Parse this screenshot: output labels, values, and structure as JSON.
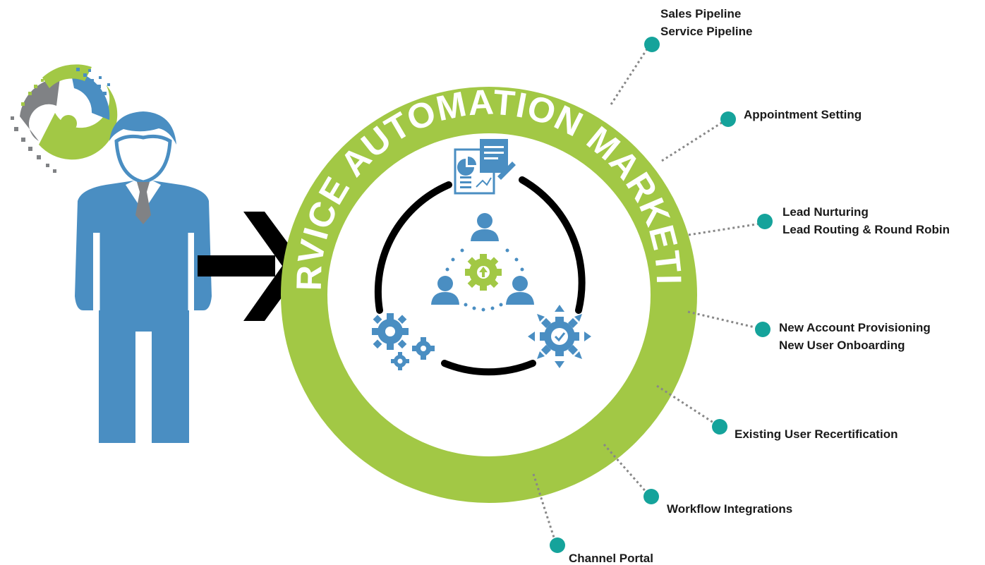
{
  "ring": {
    "title": "SERVICE AUTOMATION MARKETING"
  },
  "callouts": [
    {
      "lines": [
        "Sales Pipeline",
        "Service Pipeline"
      ]
    },
    {
      "lines": [
        "Appointment Setting"
      ]
    },
    {
      "lines": [
        "Lead Nurturing",
        "Lead Routing & Round Robin"
      ]
    },
    {
      "lines": [
        "New Account Provisioning",
        "New User Onboarding"
      ]
    },
    {
      "lines": [
        "Existing User Recertification"
      ]
    },
    {
      "lines": [
        "Workflow Integrations"
      ]
    },
    {
      "lines": [
        "Channel Portal"
      ]
    }
  ],
  "colors": {
    "ring_green": "#a2c845",
    "figure_blue": "#4a8ec2",
    "dot_teal": "#15a39b",
    "arrow_black": "#000000",
    "logo_gray": "#808285"
  },
  "icons": {
    "logo": "brand-logo-icon",
    "person": "businessman-icon",
    "arrow": "arrow-right-icon",
    "report": "report-chart-icon",
    "team": "team-gear-icon",
    "gears": "gears-icon",
    "process": "process-check-icon"
  }
}
